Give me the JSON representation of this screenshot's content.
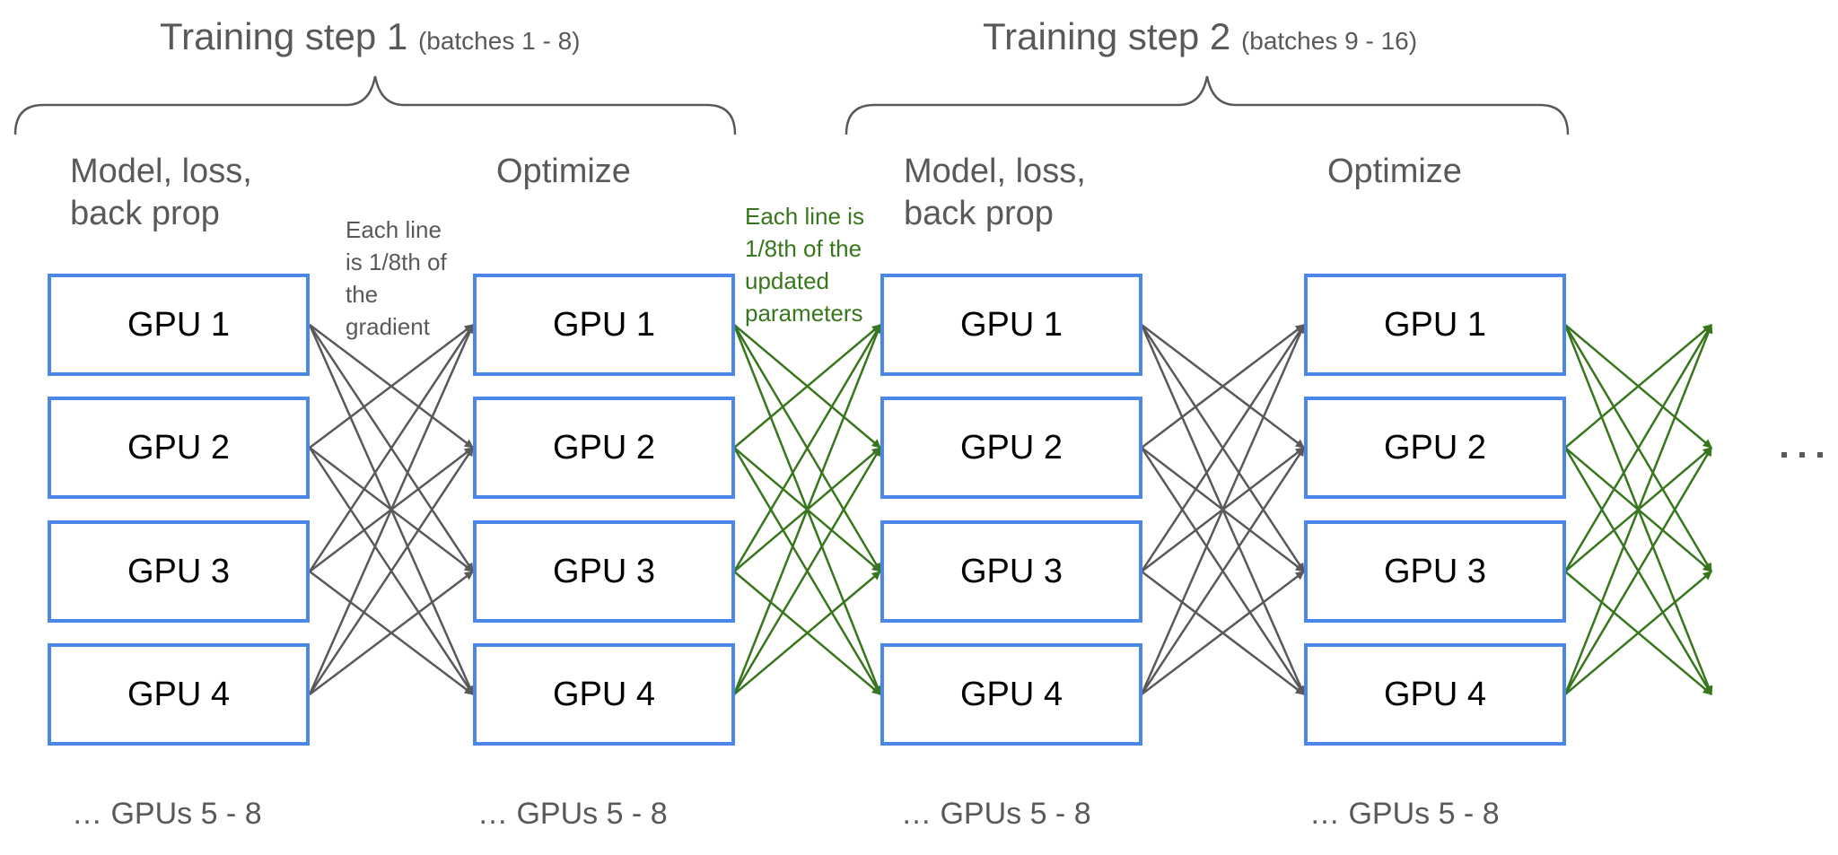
{
  "colors": {
    "box_border": "#4a86e8",
    "text_grey": "#595959",
    "gradient_arrow": "#595959",
    "param_arrow": "#38761d",
    "gpu_text": "#000000"
  },
  "steps": [
    {
      "title": "Training step 1",
      "subtitle": "(batches 1 - 8)"
    },
    {
      "title": "Training step 2",
      "subtitle": "(batches 9 - 16)"
    }
  ],
  "columns": [
    {
      "title_line1": "Model, loss,",
      "title_line2": "back prop",
      "gpus": [
        "GPU 1",
        "GPU 2",
        "GPU 3",
        "GPU 4"
      ],
      "footer": "… GPUs 5 - 8"
    },
    {
      "title_line1": "Optimize",
      "title_line2": "",
      "gpus": [
        "GPU 1",
        "GPU 2",
        "GPU 3",
        "GPU 4"
      ],
      "footer": "… GPUs 5 - 8"
    },
    {
      "title_line1": "Model, loss,",
      "title_line2": "back prop",
      "gpus": [
        "GPU 1",
        "GPU 2",
        "GPU 3",
        "GPU 4"
      ],
      "footer": "… GPUs 5 - 8"
    },
    {
      "title_line1": "Optimize",
      "title_line2": "",
      "gpus": [
        "GPU 1",
        "GPU 2",
        "GPU 3",
        "GPU 4"
      ],
      "footer": "… GPUs 5 - 8"
    }
  ],
  "annotations": {
    "gradient_note": [
      "Each line",
      "is 1/8th of",
      "the",
      "gradient"
    ],
    "params_note": [
      "Each line is",
      "1/8th of the",
      "updated",
      "parameters"
    ]
  },
  "connections": {
    "pattern": "each source GPU sends to the 3 other GPUs in the next column",
    "stages": [
      {
        "from_column": 1,
        "to_column": 2,
        "kind": "gradient"
      },
      {
        "from_column": 2,
        "to_column": 3,
        "kind": "parameters"
      },
      {
        "from_column": 3,
        "to_column": 4,
        "kind": "gradient"
      },
      {
        "from_column": 4,
        "to_column": "next",
        "kind": "parameters"
      }
    ]
  },
  "continuation": "…"
}
